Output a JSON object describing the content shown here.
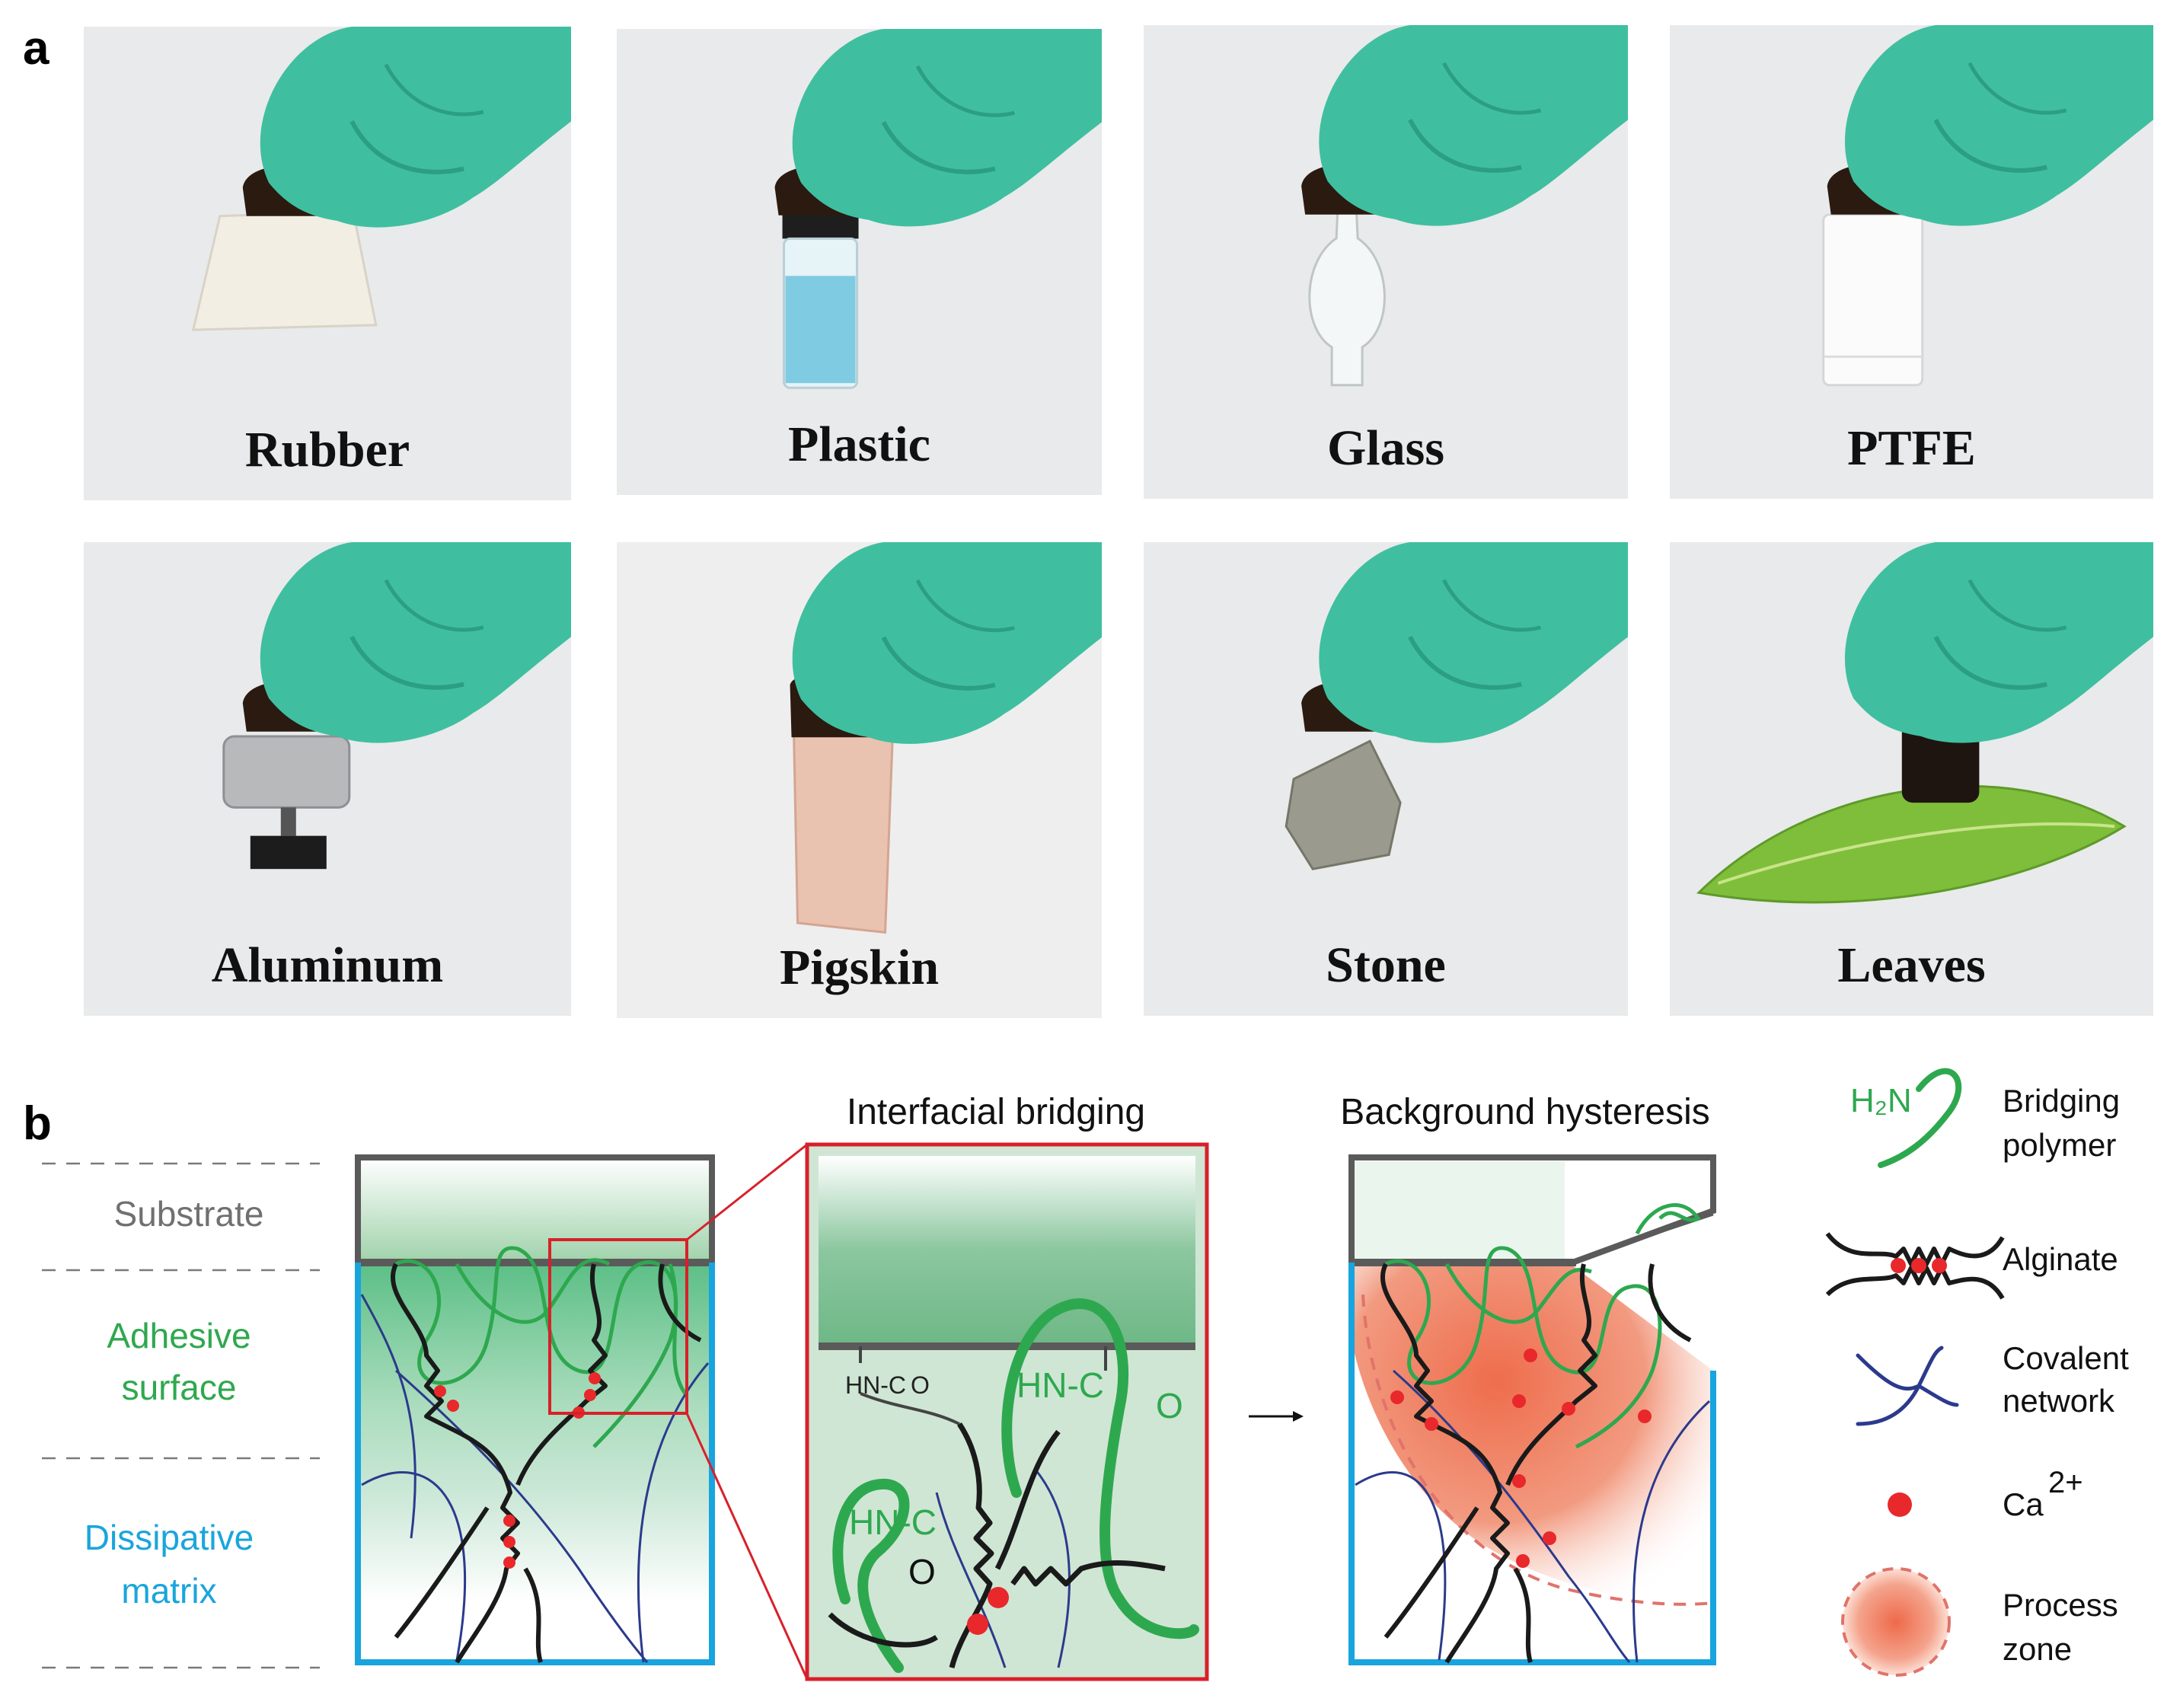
{
  "panel_a": {
    "label": "a",
    "photos": [
      {
        "caption": "Rubber",
        "object": "rubber-stopper"
      },
      {
        "caption": "Plastic",
        "object": "plastic-vial"
      },
      {
        "caption": "Glass",
        "object": "glass-flask"
      },
      {
        "caption": "PTFE",
        "object": "ptfe-cylinder"
      },
      {
        "caption": "Aluminum",
        "object": "aluminum-part"
      },
      {
        "caption": "Pigskin",
        "object": "pigskin-piece"
      },
      {
        "caption": "Stone",
        "object": "stone"
      },
      {
        "caption": "Leaves",
        "object": "leaf"
      }
    ]
  },
  "panel_b": {
    "label": "b",
    "layers": {
      "substrate": "Substrate",
      "adhesive": [
        "Adhesive",
        "surface"
      ],
      "dissipative": [
        "Dissipative",
        "matrix"
      ]
    },
    "titles": {
      "bridging": "Interfacial bridging",
      "hysteresis": "Background hysteresis"
    },
    "chem": {
      "amide": "HN-C",
      "o": "O",
      "amine": "H₂N"
    },
    "legend": {
      "bridging": [
        "Bridging",
        "polymer"
      ],
      "alginate": "Alginate",
      "covalent": [
        "Covalent",
        "network"
      ],
      "calcium": "Ca",
      "calcium_sup": "2+",
      "process": [
        "Process",
        "zone"
      ]
    },
    "colors": {
      "substrate_text": "#707070",
      "adhesive_text": "#2fa84f",
      "dissipative_text": "#1aa5dc",
      "bridging_polymer": "#2ea84f",
      "alginate": "#1a1a1a",
      "covalent": "#2c3a8c",
      "calcium": "#e8282b",
      "process_zone": "#ef7a5a",
      "box_frame": "#5a5a5a",
      "matrix_frame": "#18a4de",
      "zoom_frame": "#d8202a"
    }
  }
}
